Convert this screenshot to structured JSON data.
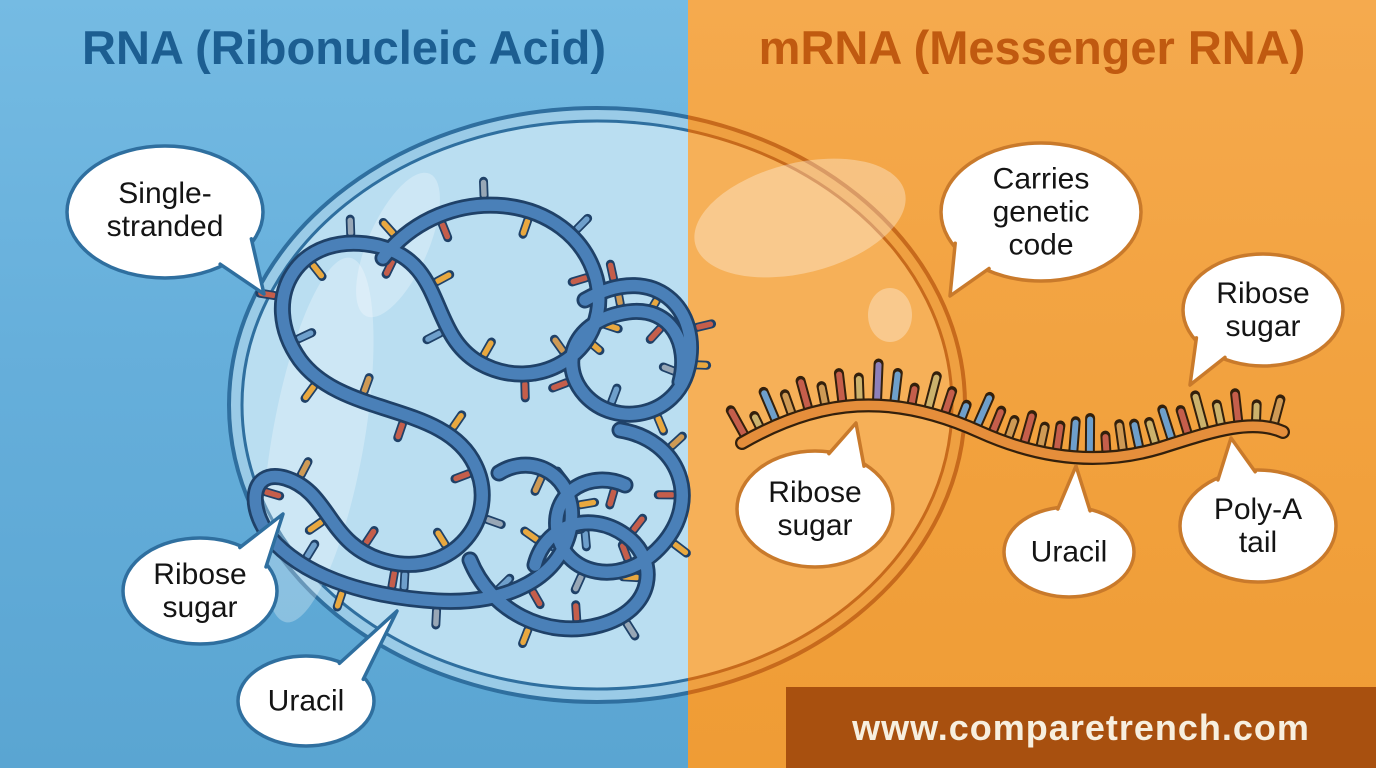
{
  "header": {
    "left_title": "RNA (Ribonucleic Acid)",
    "right_title": "mRNA (Messenger RNA)"
  },
  "bubbles": {
    "single_stranded": {
      "label": "Single-\nstranded"
    },
    "ribose_sugar_left": {
      "label": "Ribose\nsugar"
    },
    "uracil_left": {
      "label": "Uracil"
    },
    "carries_genetic_code": {
      "label": "Carries\ngenetic\ncode"
    },
    "ribose_sugar_right_top": {
      "label": "Ribose\nsugar"
    },
    "ribose_sugar_right_mid": {
      "label": "Ribose\nsugar"
    },
    "uracil_right": {
      "label": "Uracil"
    },
    "poly_a_tail": {
      "label": "Poly-A\ntail"
    }
  },
  "footer": {
    "website": "www.comparetrench.com"
  },
  "colors": {
    "left_bg": "#66AFDB",
    "right_bg": "#F2A23F",
    "left_title": "#1C5E91",
    "right_title": "#C05A10",
    "cell_stroke_left": "#2F6F9F",
    "cell_stroke_right": "#C76A1C",
    "cell_fill_left": "#BADEF1",
    "cell_band_left": "#9ACBE7",
    "cell_fill_right": "#F6B058",
    "cell_band_right": "#EFA041",
    "rna_strand": "#4A80B8",
    "rna_outline": "#1F4168",
    "mrna_ribbon": "#E58E3B",
    "mrna_outline": "#33200C",
    "bubble_fill": "#FFFFFF",
    "bubble_border_left": "#2F6F9F",
    "bubble_border_right": "#C97A2B",
    "banner_bg": "#A8500F",
    "banner_text": "#F7EFDF",
    "palette": {
      "amber": "#E9A83F",
      "red": "#C55E4B",
      "gray": "#98A7B6",
      "blue": "#6E9FCB",
      "tan": "#CE9A55",
      "khaki": "#CBB26C",
      "purple": "#8D80BA"
    }
  },
  "rna_ticks": [
    "amber",
    "red",
    "gray",
    "amber",
    "blue",
    "red",
    "amber",
    "tan",
    "red",
    "amber",
    "blue",
    "amber",
    "red",
    "gray",
    "amber",
    "red",
    "blue",
    "amber",
    "tan",
    "red"
  ],
  "mrna_bars": [
    "red",
    "khaki",
    "blue",
    "tan",
    "red",
    "tan",
    "red",
    "khaki",
    "purple",
    "blue",
    "red",
    "khaki",
    "red",
    "blue",
    "blue",
    "red",
    "tan",
    "red",
    "tan",
    "red",
    "blue",
    "blue",
    "red",
    "tan",
    "blue",
    "khaki",
    "blue",
    "red",
    "khaki",
    "khaki",
    "red",
    "khaki",
    "tan"
  ]
}
